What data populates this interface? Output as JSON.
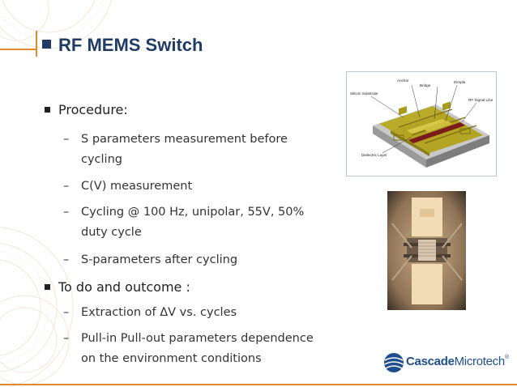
{
  "slide": {
    "title": "RF MEMS Switch",
    "bullets": [
      {
        "text": "Procedure:",
        "sub": [
          {
            "line1": "S parameters measurement before",
            "line2": "cycling"
          },
          {
            "line1": "C(V) measurement",
            "line2": ""
          },
          {
            "line1": "Cycling @ 100 Hz, unipolar, 55V, 50%",
            "line2": "duty cycle"
          },
          {
            "line1": "S-parameters after cycling",
            "line2": ""
          }
        ]
      },
      {
        "text": "To do and outcome :",
        "sub": [
          {
            "line1": "Extraction of ΔV vs. cycles",
            "line2": ""
          },
          {
            "line1": "Pull-in Pull-out parameters dependence",
            "line2": "on the environment conditions"
          }
        ]
      }
    ],
    "dash": "–"
  },
  "diagram": {
    "labels": {
      "anchor": "Anchor",
      "bridge": "Bridge",
      "dimple": "Dimple",
      "substrate": "Silicon Substrate",
      "signal": "RF Signal Line",
      "dielectric": "Dielectric Layer"
    }
  },
  "logo": {
    "bold": "Cascade",
    "light": "Microtech",
    "reg": "®"
  },
  "colors": {
    "accent": "#e08a2a",
    "title": "#1f3b66",
    "logo": "#1f4f8c"
  }
}
